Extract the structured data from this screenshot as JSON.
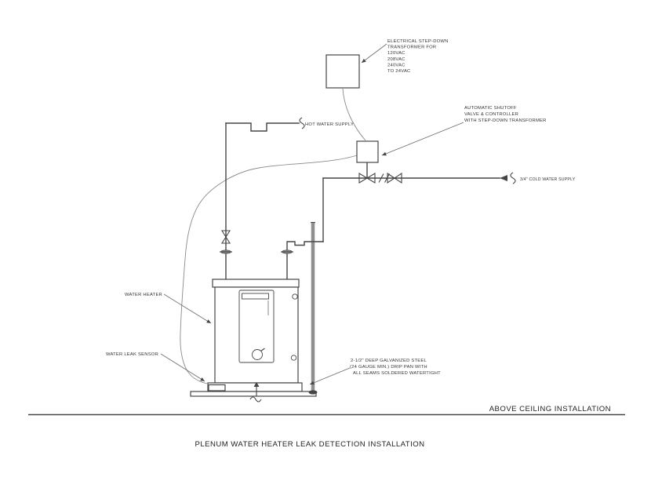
{
  "drawing": {
    "title": "PLENUM WATER HEATER LEAK DETECTION INSTALLATION",
    "view_label": "ABOVE CEILING INSTALLATION",
    "callouts": {
      "transformer": {
        "lines": [
          "ELECTRICAL STEP-DOWN",
          "TRANSFORMER FOR",
          "120VAC",
          "208VAC",
          "240VAC",
          "TO 24VAC"
        ]
      },
      "shutoff_valve": {
        "lines": [
          "AUTOMATIC SHUTOFF",
          "VALVE & CONTROLLER",
          "WITH STEP-DOWN TRANSFORMER"
        ]
      },
      "hot_water_supply": "HOT WATER SUPPLY",
      "cold_water_supply": "3/4\" COLD WATER SUPPLY",
      "water_heater": "WATER HEATER",
      "water_leak_sensor": "WATER LEAK SENSOR",
      "drip_pan": {
        "lines": [
          "2-1/2\" DEEP GALVANIZED STEEL",
          "(24 GAUGE MIN.) DRIP PAN WITH",
          "ALL SEAMS SOLDERED WATERTIGHT"
        ]
      }
    },
    "colors": {
      "line": "#454545",
      "pipe_gray": "#8f8f8f",
      "background": "#ffffff"
    }
  }
}
